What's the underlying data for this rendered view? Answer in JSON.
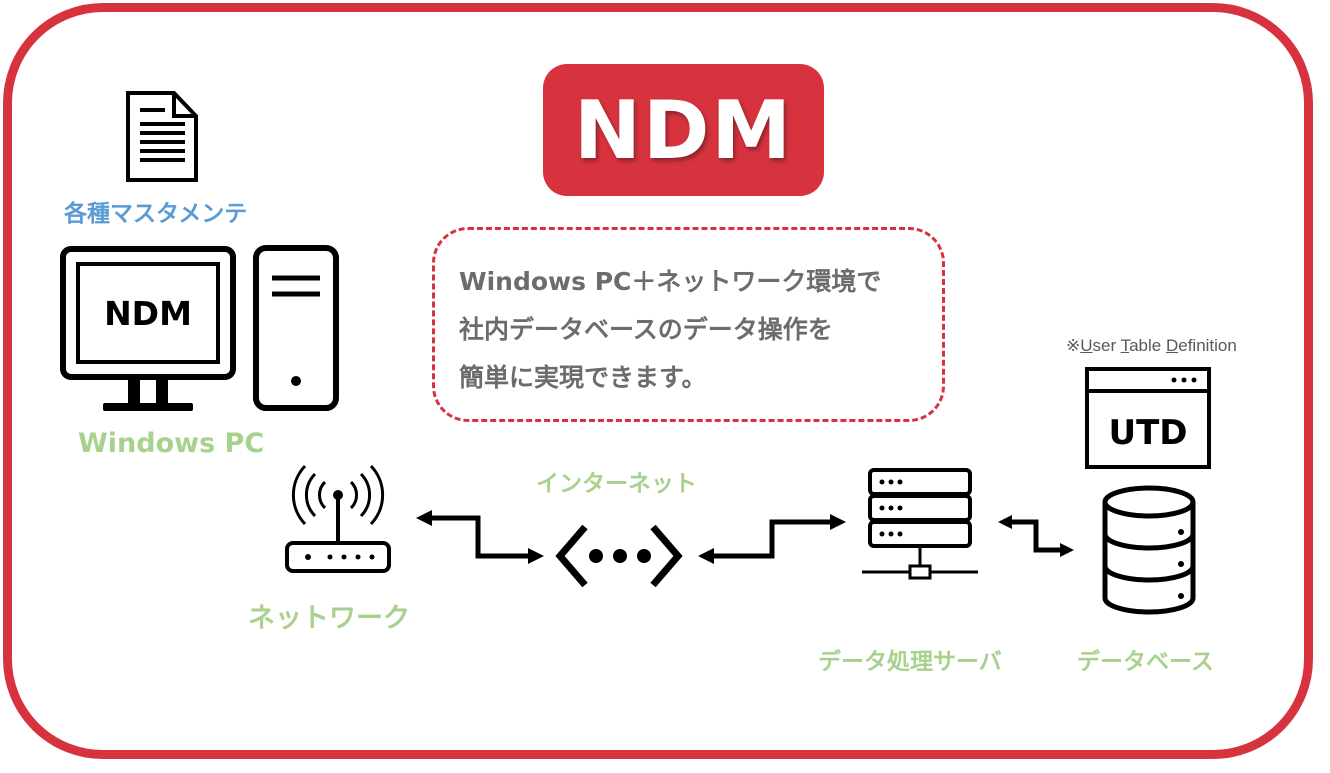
{
  "title": "NDM",
  "description": {
    "lines": [
      "Windows PC＋ネットワーク環境で",
      "社内データベースのデータ操作を",
      "簡単に実現できます。"
    ]
  },
  "labels": {
    "master_maintenance": "各種マスタメンテ",
    "windows_pc": "Windows PC",
    "network": "ネットワーク",
    "internet": "インターネット",
    "data_server": "データ処理サーバ",
    "database": "データベース"
  },
  "screen_text": "NDM",
  "utd": {
    "label": "UTD",
    "note_prefix": "※",
    "note_parts": [
      {
        "underlined": "U",
        "rest": "ser "
      },
      {
        "underlined": "T",
        "rest": "able "
      },
      {
        "underlined": "D",
        "rest": "efinition"
      }
    ]
  },
  "colors": {
    "accent": "#d7333f",
    "label_green": "#a9d18e",
    "label_blue": "#5b9bd5",
    "description_text": "#6c6c6c"
  },
  "icons": [
    "document-icon",
    "monitor-icon",
    "pc-tower-icon",
    "router-icon",
    "internet-icon",
    "server-icon",
    "window-icon",
    "database-icon",
    "arrow-icon"
  ]
}
